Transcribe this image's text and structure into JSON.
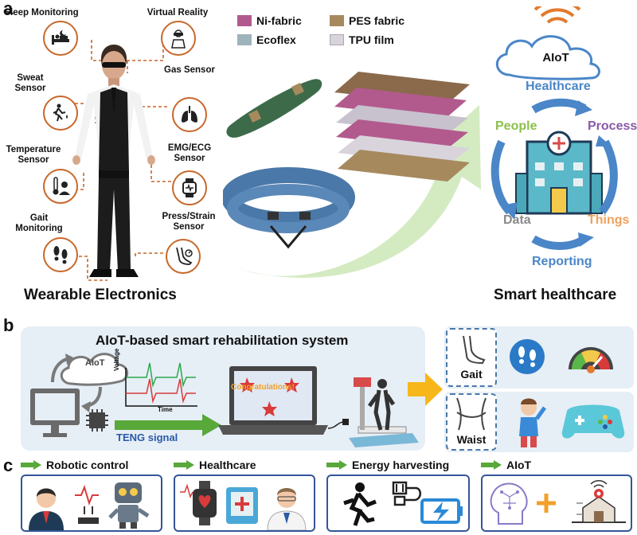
{
  "panels": {
    "a": "a",
    "b": "b",
    "c": "c"
  },
  "panel_a": {
    "sensors": {
      "sleep": "Sleep Monitoring",
      "vr": "Virtual Reality",
      "sweat": "Sweat\nSensor",
      "gas": "Gas Sensor",
      "temperature": "Temperature\nSensor",
      "emg": "EMG/ECG\nSensor",
      "gait": "Gait\nMonitoring",
      "press": "Press/Strain\nSensor"
    },
    "legend": {
      "ni": {
        "label": "Ni-fabric",
        "color": "#b25a8e"
      },
      "pes": {
        "label": "PES fabric",
        "color": "#a68a5e"
      },
      "ecoflex": {
        "label": "Ecoflex",
        "color": "#9eb3ba"
      },
      "tpu": {
        "label": "TPU film",
        "color": "#d9d3dc"
      }
    },
    "wearable_title": "Wearable Electronics",
    "healthcare_cycle": {
      "cloud": "AIoT",
      "top": "Healthcare",
      "people": "People",
      "process": "Process",
      "data": "Data",
      "things": "Things",
      "bottom": "Reporting"
    },
    "smart_title": "Smart healthcare"
  },
  "panel_b": {
    "title": "AIoT-based smart rehabilitation system",
    "cloud": "AIoT",
    "voltage": "Voltage",
    "time": "Time",
    "signal": "TENG signal",
    "screen_text": "Congratulations!",
    "gait": "Gait",
    "waist": "Waist"
  },
  "panel_c": {
    "robotic": "Robotic control",
    "healthcare": "Healthcare",
    "energy": "Energy harvesting",
    "aiot": "AIoT"
  },
  "colors": {
    "accent_orange": "#c8672b",
    "cycle_blue": "#4a86c8",
    "people_green": "#8cc04a",
    "process_purple": "#8a5aa8",
    "things_orange": "#f2a05a",
    "data_grey": "#8a8a8a",
    "frame_blue": "#34559a"
  }
}
